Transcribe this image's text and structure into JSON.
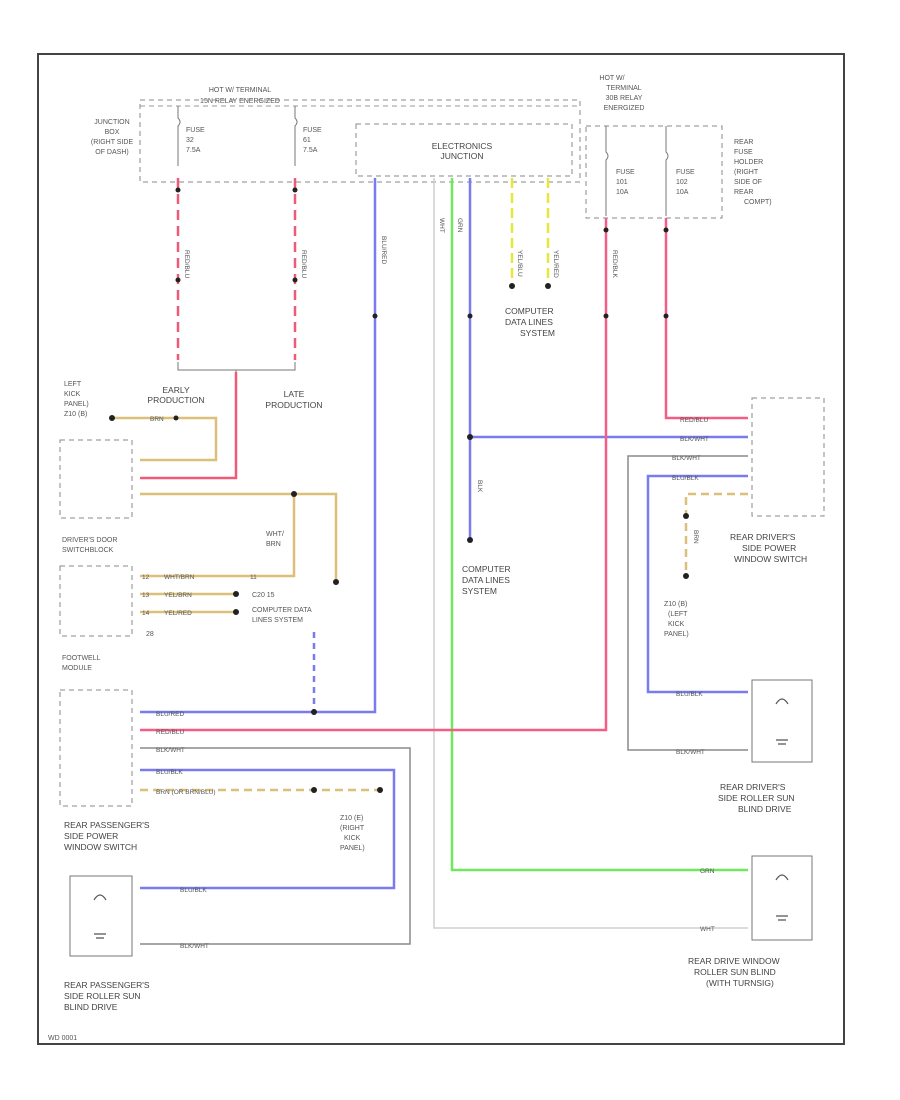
{
  "colors": {
    "red_wire": "#f05a78",
    "pink_wire": "#f35d86",
    "blue_wire": "#7b7bf0",
    "green_wire": "#6fe85b",
    "yellow_wire": "#e7e63a",
    "tan_wire": "#dcc07a",
    "gray_wire": "#8a8a8a",
    "white_wire": "#c8c8c8",
    "frame": "#444444"
  },
  "hot_labels": {
    "front_line1": "HOT W/ TERMINAL",
    "front_line2": "15N RELAY ENERGIZED",
    "rear_line1": "HOT W/",
    "rear_line2": "TERMINAL",
    "rear_line3": "30B RELAY",
    "rear_line4": "ENERGIZED"
  },
  "junction_box": {
    "l1": "JUNCTION",
    "l2": "BOX",
    "l3": "(RIGHT SIDE",
    "l4": "OF DASH)"
  },
  "fuse_a": {
    "l1": "FUSE",
    "l2": "32",
    "l3": "7.5A"
  },
  "fuse_b": {
    "l1": "FUSE",
    "l2": "61",
    "l3": "7.5A"
  },
  "electronics_junction": {
    "l1": "ELECTRONICS",
    "l2": "JUNCTION"
  },
  "rear_fuses": {
    "fuse_c": {
      "l1": "FUSE",
      "l2": "101",
      "l3": "10A"
    },
    "fuse_d": {
      "l1": "FUSE",
      "l2": "102",
      "l3": "10A"
    },
    "holder": {
      "l1": "REAR",
      "l2": "FUSE",
      "l3": "HOLDER",
      "l4": "(RIGHT",
      "l5": "SIDE OF",
      "l6": "REAR",
      "l7": "COMPT)"
    }
  },
  "computer_data_center": {
    "l1": "COMPUTER",
    "l2": "DATA LINES",
    "l3": "SYSTEM"
  },
  "computer_data_lower": {
    "l1": "COMPUTER",
    "l2": "DATA LINES",
    "l3": "SYSTEM"
  },
  "production": {
    "early_l1": "EARLY",
    "early_l2": "PRODUCTION",
    "late_l1": "LATE",
    "late_l2": "PRODUCTION"
  },
  "left_kick": {
    "l1": "LEFT",
    "l2": "KICK",
    "l3": "PANEL)",
    "l4": "Z10 (B)"
  },
  "drivers_door": {
    "l1": "DRIVER'S DOOR",
    "l2": "SWITCHBLOCK"
  },
  "footwell": {
    "l1": "FOOTWELL",
    "l2": "MODULE",
    "pin": "28"
  },
  "driver_rows": {
    "r1_pin": "12",
    "r1_wire": "WHT/BRN",
    "r1_end": "11",
    "r2_pin": "13",
    "r2_wire": "YEL/BRN",
    "r2_end": "C20 15",
    "r3_pin": "14",
    "r3_wire": "YEL/RED",
    "r3_end": "COMPUTER DATA",
    "r3_end2": "LINES SYSTEM"
  },
  "wht_brn_branch": {
    "l1": "WHT/",
    "l2": "BRN"
  },
  "wire_labels": {
    "red_blu": "RED/BLU",
    "blu_red": "BLU/RED",
    "red_blk": "RED/BLK",
    "wht": "WHT",
    "grn": "GRN",
    "yel_blu": "YEL/BLU",
    "yel_red": "YEL/RED",
    "blk": "BLK",
    "brn": "BRN",
    "brn2": "BRN",
    "blk_wht": "BLK/WHT",
    "blu_blk": "BLU/BLK",
    "brn_or_brn_blu": "BRN (OR BRN/BLU)",
    "red_blu_right": "RED/BLU",
    "blk_wht_right": "BLK/WHT",
    "blk_wht_right2": "BLK/WHT",
    "blu_blk_right": "BLU/BLK",
    "blu_red_lower": "BLU/RED",
    "red_blu_lower": "RED/BLU",
    "blk_wht_lower": "BLK/WHT",
    "blu_blk_lower": "BLU/BLK"
  },
  "rear_drivers_switch": {
    "l1": "REAR DRIVER'S",
    "l2": "SIDE POWER",
    "l3": "WINDOW SWITCH"
  },
  "z10_left": {
    "l1": "Z10 (B)",
    "l2": "(LEFT",
    "l3": "KICK",
    "l4": "PANEL)"
  },
  "rear_drivers_roller": {
    "l1": "REAR DRIVER'S",
    "l2": "SIDE ROLLER SUN",
    "l3": "BLIND DRIVE"
  },
  "rear_pass_switch": {
    "l1": "REAR PASSENGER'S",
    "l2": "SIDE POWER",
    "l3": "WINDOW SWITCH"
  },
  "z10_right": {
    "l1": "Z10 (E)",
    "l2": "(RIGHT",
    "l3": "KICK",
    "l4": "PANEL)"
  },
  "rear_pass_roller": {
    "l1": "REAR PASSENGER'S",
    "l2": "SIDE ROLLER SUN",
    "l3": "BLIND DRIVE"
  },
  "rear_window_roller": {
    "l1": "REAR DRIVE WINDOW",
    "l2": "ROLLER SUN BLIND",
    "l3": "(WITH TURNSIG)"
  },
  "footer_code": "WD 0001"
}
